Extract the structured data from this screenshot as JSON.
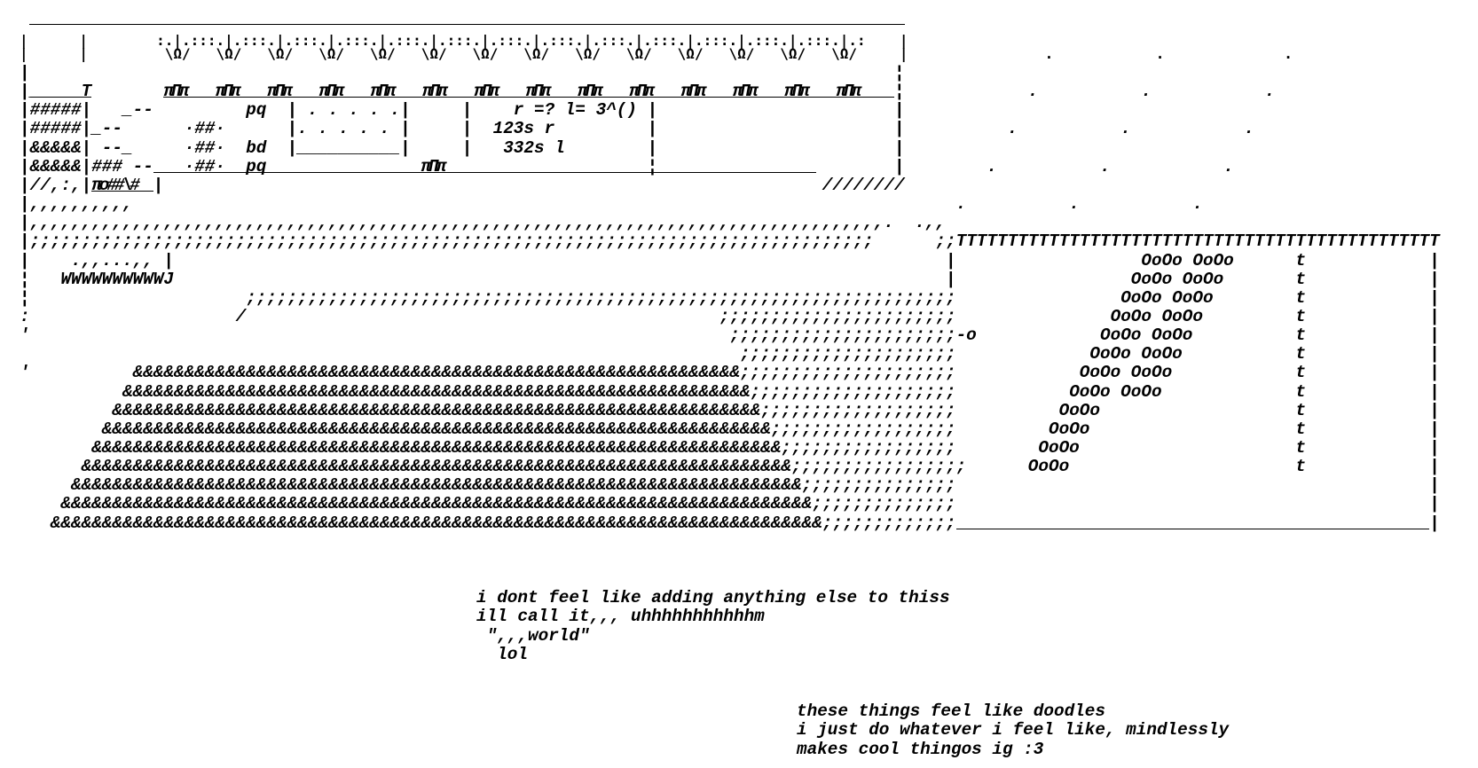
{
  "art": {
    "r1": [
      "|",
      "|",
      ":.|.:::.|.:::.|.:::.|.:::.|.:::.|.:::.|.:::.|.:::.|.:::.|.:::.|.:::.|.:::.|.:::.|.:",
      "|"
    ],
    "r2": [
      "|",
      "|",
      "\\Ω/   \\Ω/   \\Ω/   \\Ω/   \\Ω/   \\Ω/   \\Ω/   \\Ω/   \\Ω/   \\Ω/   \\Ω/   \\Ω/   \\Ω/   \\Ω/",
      "|",
      ".",
      ".",
      "."
    ],
    "r3": [
      "|",
      "¦"
    ],
    "r4": [
      "|",
      "_____T",
      "πΠπ",
      "πΠπ",
      "πΠπ",
      "πΠπ",
      "πΠπ",
      "πΠπ",
      "πΠπ",
      "πΠπ",
      "πΠπ",
      "πΠπ",
      "πΠπ",
      "πΠπ",
      "πΠπ",
      "πΠπ",
      "¦",
      ".",
      ".",
      "."
    ],
    "r5": [
      "|#####|",
      "_--",
      "pq",
      "| . . . . .|",
      "|",
      "r =? l= 3^()",
      "|",
      "|"
    ],
    "r6": [
      "|#####|_--",
      "·##·",
      "|. . . . . |",
      "|",
      "123s r",
      "|",
      "|",
      ".",
      ".",
      "."
    ],
    "r7": [
      "|&&&&&|",
      "--_",
      "·##·",
      "bd",
      "|__________|",
      "|",
      "332s l",
      "|",
      "|"
    ],
    "r8": [
      "|&&&&&|###",
      "--",
      "·##·",
      "pq",
      "πΠπ",
      "¦",
      "|",
      ".",
      ".",
      "."
    ],
    "r9": [
      "|//,:,|",
      "πo##\\#",
      "|",
      "////////"
    ],
    "r10": [
      "|,,,,,,,,,,",
      ".",
      ".",
      "."
    ],
    "r11": [
      "|,,,,,,,,,,,,,,,,,,,,,,,,,,,,,,,,,,,,,,,,,,,,,,,,,,,,,,,,,,,,,,,,,,,,,,,,,,,,,,,,,,,.",
      ".,,"
    ],
    "r12": [
      "|;;;;;;;;;;;;;;;;;;;;;;;;;;;;;;;;;;;;;;;;;;;;;;;;;;;;;;;;;;;;;;;;;;;;;;;;;;;;;;;;;;",
      ";;",
      "TTTTTTTTTTTTTTTTTTTTTTTTTTTTTTTTTTTTTTTTTTTTTTT"
    ],
    "r13": [
      "|",
      ".,,...,,",
      "|",
      "|",
      "OoOo OoOo",
      "t",
      "|"
    ],
    "r14": [
      "¦",
      "WWWWWWWWWWJ",
      "|",
      "OoOo OoOo",
      "t",
      "|"
    ],
    "r15": [
      "¦",
      ";;;;;;;;;;;;;;;;;;;;;;;;;;;;;;;;;;;;;;;;;;;;;;;;;;;;;;;;;;;;;;;;;;;;;",
      "OoOo OoOo",
      "t",
      "|"
    ],
    "r16": [
      ":",
      "/",
      ";;;;;;;;;;;;;;;;;;;;;;;",
      "OoOo OoOo",
      "t",
      "|"
    ],
    "r17": [
      "'",
      ";;;;;;;;;;;;;;;;;;;;;;-o",
      "OoOo OoOo",
      "t",
      "|"
    ],
    "r18": [
      ";;;;;;;;;;;;;;;;;;;;;",
      "OoOo OoOo",
      "t",
      "|"
    ],
    "r19": [
      "'",
      "&&&&&&&&&&&&&&&&&&&&&&&&&&&&&&&&&&&&&&&&&&&&&&&&&&&&&&&&&&&;;;;;;;;;;;;;;;;;;;;;",
      "OoOo OoOo",
      "t",
      "|"
    ],
    "r20": [
      "&&&&&&&&&&&&&&&&&&&&&&&&&&&&&&&&&&&&&&&&&&&&&&&&&&&&&&&&&&&&&;;;;;;;;;;;;;;;;;;;;",
      "OoOo OoOo",
      "t",
      "|"
    ],
    "r21": [
      "&&&&&&&&&&&&&&&&&&&&&&&&&&&&&&&&&&&&&&&&&&&&&&&&&&&&&&&&&&&&&&&;;;;;;;;;;;;;;;;;;;",
      "OoOo",
      "t",
      "|"
    ],
    "r22": [
      "&&&&&&&&&&&&&&&&&&&&&&&&&&&&&&&&&&&&&&&&&&&&&&&&&&&&&&&&&&&&&&&&&;;;;;;;;;;;;;;;;;;",
      "OoOo",
      "t",
      "|"
    ],
    "r23": [
      "&&&&&&&&&&&&&&&&&&&&&&&&&&&&&&&&&&&&&&&&&&&&&&&&&&&&&&&&&&&&&&&&&&&;;;;;;;;;;;;;;;;;",
      "OoOo",
      "t",
      "|"
    ],
    "r24": [
      "&&&&&&&&&&&&&&&&&&&&&&&&&&&&&&&&&&&&&&&&&&&&&&&&&&&&&&&&&&&&&&&&&&&&&;;;;;;;;;;;;;;;;;",
      "OoOo",
      "t",
      "|"
    ],
    "r25": [
      "&&&&&&&&&&&&&&&&&&&&&&&&&&&&&&&&&&&&&&&&&&&&&&&&&&&&&&&&&&&&&&&&&&&&&&&;;;;;;;;;;;;;;;",
      "|"
    ],
    "r26": [
      "&&&&&&&&&&&&&&&&&&&&&&&&&&&&&&&&&&&&&&&&&&&&&&&&&&&&&&&&&&&&&&&&&&&&&&&&&;;;;;;;;;;;;;;",
      "|"
    ],
    "r27": [
      "&&&&&&&&&&&&&&&&&&&&&&&&&&&&&&&&&&&&&&&&&&&&&&&&&&&&&&&&&&&&&&&&&&&&&&&&&&&;;;;;;;;;;;;;",
      "|"
    ]
  },
  "notes": {
    "block1": [
      "i dont feel like adding anything else to thiss",
      "ill call it,,, uhhhhhhhhhhhm",
      " \",,,world\"",
      "  lol"
    ],
    "block2": [
      "these things feel like doodles",
      "i just do whatever i feel like, mindlessly",
      "makes cool thingos ig :3"
    ]
  }
}
